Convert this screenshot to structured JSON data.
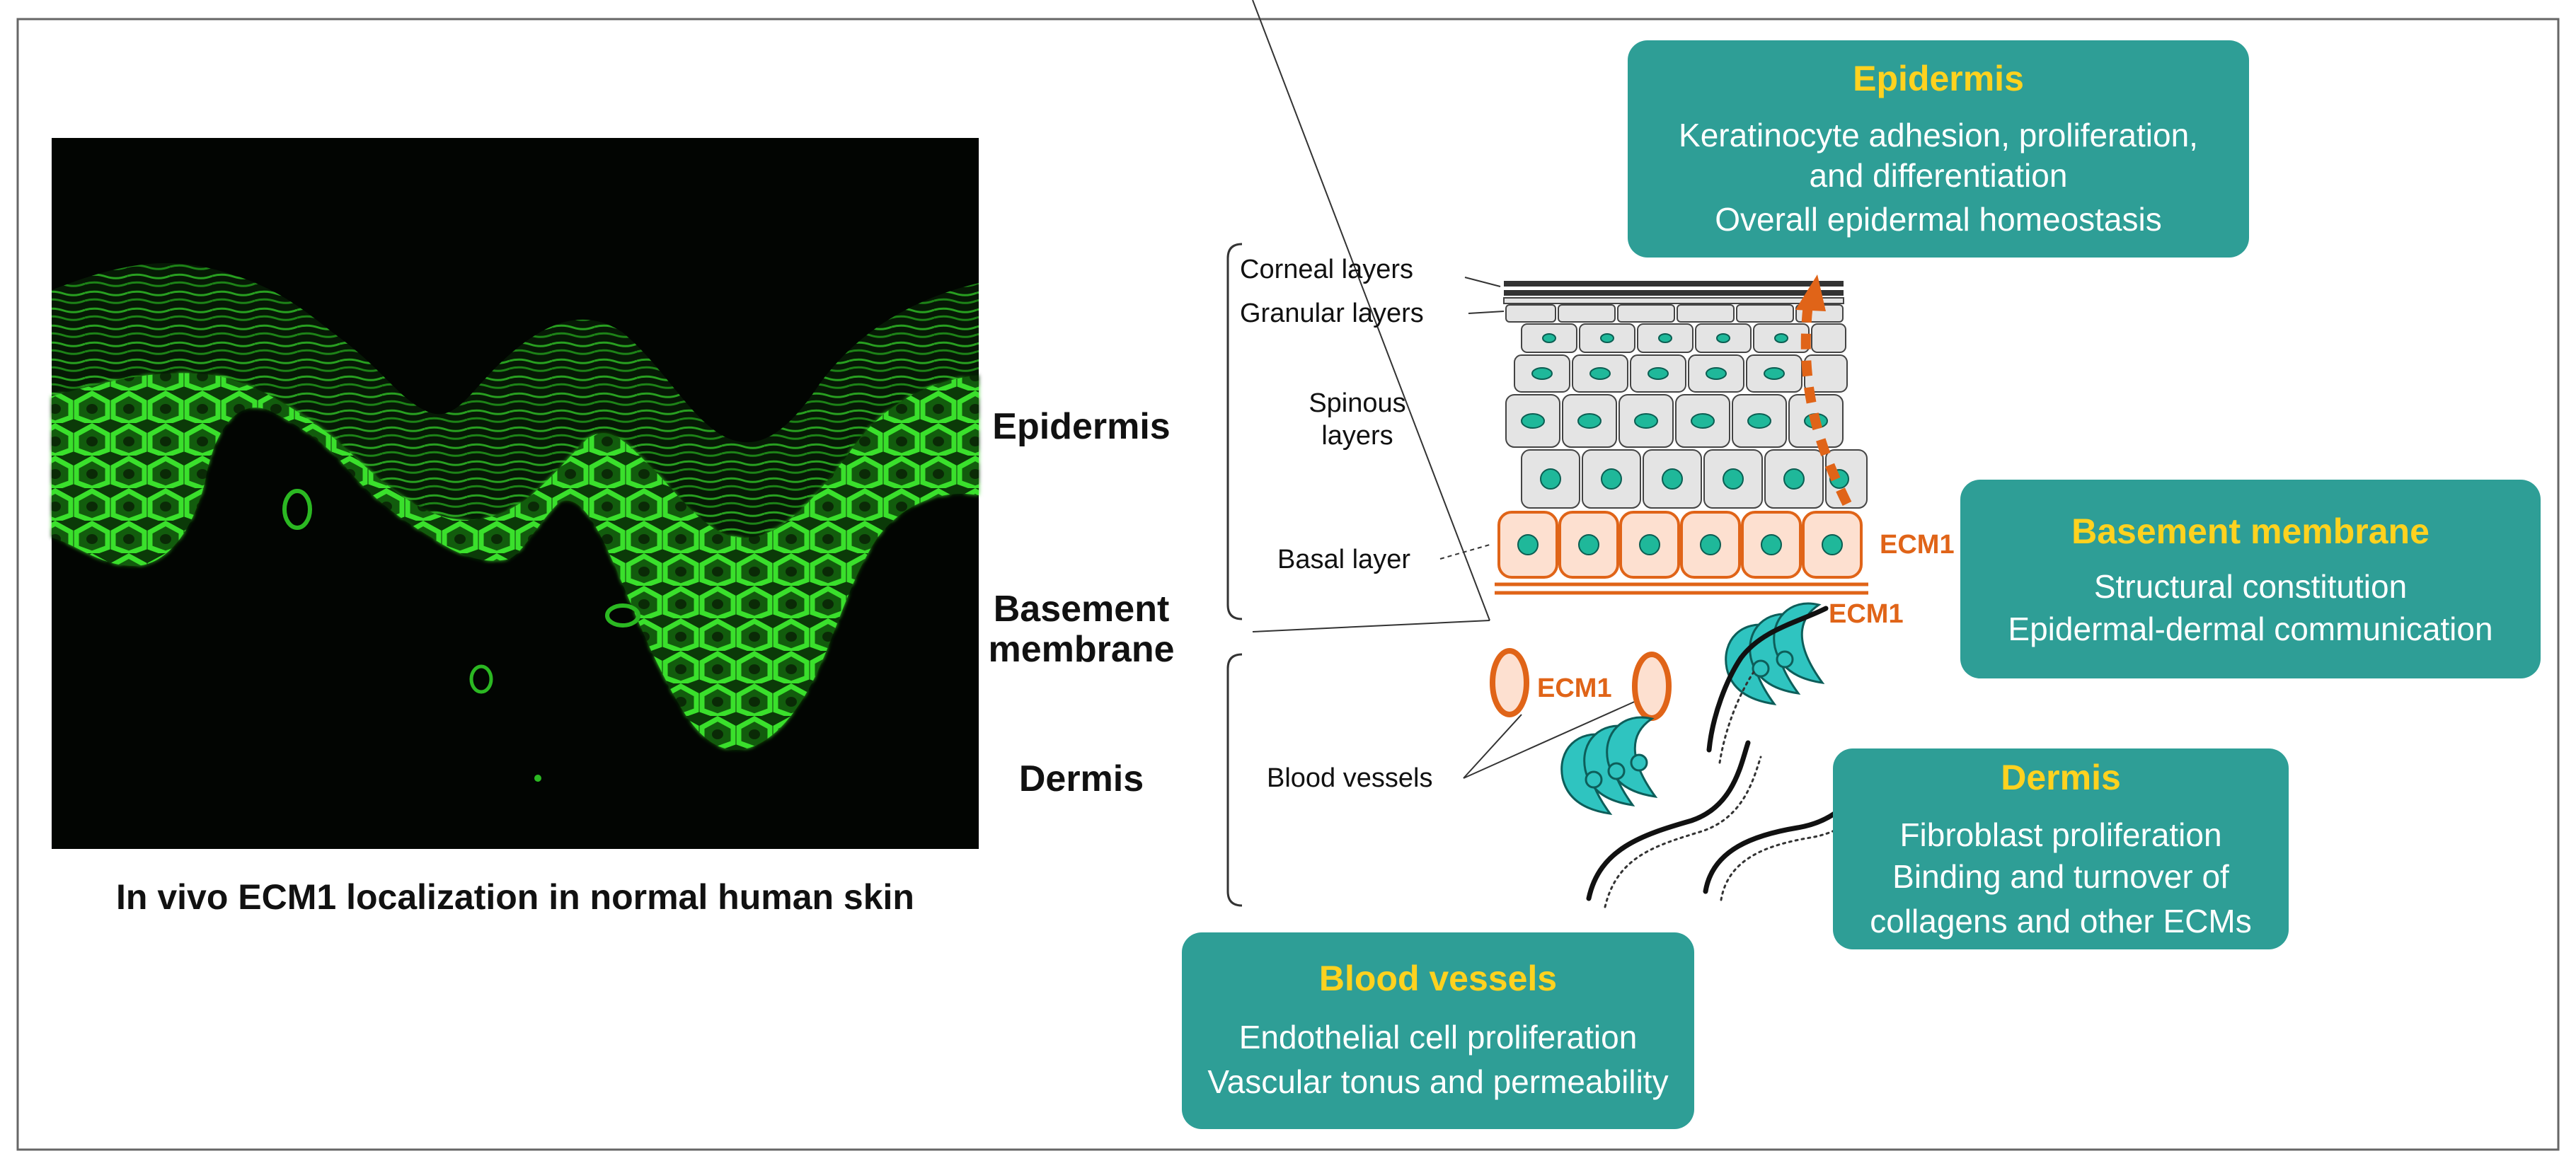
{
  "micrograph": {
    "caption": "In vivo ECM1 localization in normal human skin"
  },
  "layers": {
    "epidermis": "Epidermis",
    "basement_membrane_line1": "Basement",
    "basement_membrane_line2": "membrane",
    "dermis": "Dermis",
    "corneal": "Corneal layers",
    "granular": "Granular layers",
    "spinous_line1": "Spinous",
    "spinous_line2": "layers",
    "basal": "Basal layer",
    "blood_vessels": "Blood vessels"
  },
  "ecm_labels": {
    "basal": "ECM1",
    "membrane": "ECM1",
    "vessel": "ECM1"
  },
  "boxes": {
    "epidermis": {
      "title": "Epidermis",
      "lines": [
        "Keratinocyte adhesion, proliferation,",
        "and differentiation",
        "Overall epidermal homeostasis"
      ]
    },
    "basement_membrane": {
      "title": "Basement membrane",
      "lines": [
        "Structural constitution",
        "Epidermal-dermal communication"
      ]
    },
    "dermis": {
      "title": "Dermis",
      "lines": [
        "Fibroblast proliferation",
        "Binding and turnover of",
        "collagens and other ECMs"
      ]
    },
    "blood_vessels": {
      "title": "Blood vessels",
      "lines": [
        "Endothelial cell proliferation",
        "Vascular tonus and permeability"
      ]
    }
  },
  "colors": {
    "box_fill": "#2e9e96",
    "box_title": "#ffd21f",
    "ecm_orange": "#e06418",
    "fibroblast": "#2fc4c0",
    "nucleus": "#1fb89a",
    "cell_gray": "#e4e4e4",
    "basal_cell": "#fde0d0",
    "fluorescence": "#34e02a"
  }
}
